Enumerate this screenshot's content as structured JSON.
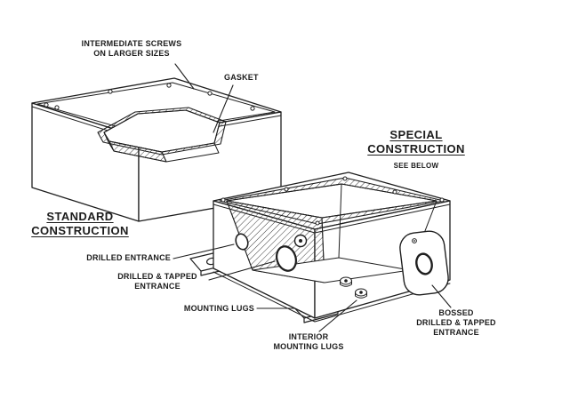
{
  "diagram": {
    "background_color": "#ffffff",
    "line_color": "#1f1f1f",
    "labels": {
      "intermediate_screws": {
        "lines": [
          "INTERMEDIATE SCREWS",
          "ON LARGER SIZES"
        ]
      },
      "gasket": {
        "text": "GASKET"
      },
      "special_construction": {
        "lines": [
          "SPECIAL",
          "CONSTRUCTION"
        ],
        "note": "SEE BELOW"
      },
      "standard_construction": {
        "lines": [
          "STANDARD",
          "CONSTRUCTION"
        ]
      },
      "drilled_entrance": {
        "text": "DRILLED ENTRANCE"
      },
      "drilled_tapped_entrance": {
        "lines": [
          "DRILLED & TAPPED",
          "ENTRANCE"
        ]
      },
      "mounting_lugs": {
        "text": "MOUNTING LUGS"
      },
      "interior_mounting_lugs": {
        "lines": [
          "INTERIOR",
          "MOUNTING LUGS"
        ]
      },
      "bossed_entrance": {
        "lines": [
          "BOSSED",
          "DRILLED & TAPPED",
          "ENTRANCE"
        ]
      }
    }
  }
}
